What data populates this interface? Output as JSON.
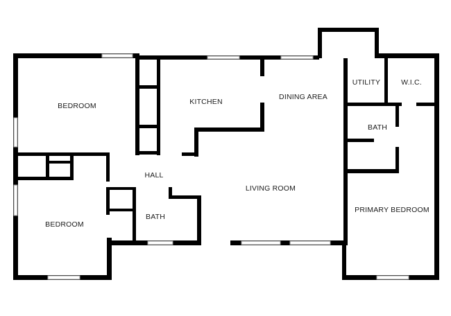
{
  "plan": {
    "wall_color": "#000000",
    "window_color": "#9a9a9a",
    "background": "#ffffff",
    "rooms": {
      "bedroom_top": "BEDROOM",
      "kitchen": "KITCHEN",
      "dining_area": "DINING AREA",
      "utility": "UTILITY",
      "wic": "W.I.C.",
      "bath_right": "BATH",
      "hall": "HALL",
      "living_room": "LIVING ROOM",
      "primary_bedroom": "PRIMARY BEDROOM",
      "bedroom_bottom": "BEDROOM",
      "bath_bottom": "BATH"
    }
  }
}
